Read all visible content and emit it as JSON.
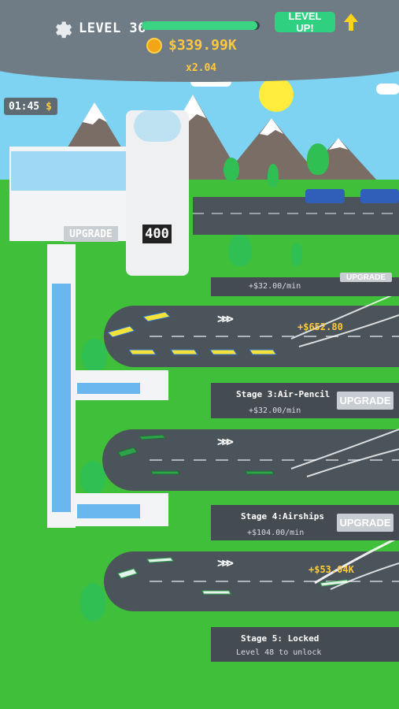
{
  "header": {
    "level_label": "LEVEL 36",
    "xp_progress": 0.98,
    "level_up_label": "LEVEL UP!",
    "cash": "$339.99K",
    "multiplier": "x2.04"
  },
  "timer": {
    "time": "01:45",
    "currency_symbol": "$"
  },
  "terminal": {
    "upgrade_label": "UPGRADE",
    "capacity": "400"
  },
  "stages": [
    {
      "title": "",
      "rate": "+$32.00/min",
      "upgrade_label": "UPGRADE",
      "float_cash": "+$652.80"
    },
    {
      "title": "Stage 3:Air-Pencil",
      "rate": "+$32.00/min",
      "upgrade_label": "UPGRADE",
      "float_cash": ""
    },
    {
      "title": "Stage 4:Airships",
      "rate": "+$104.00/min",
      "upgrade_label": "UPGRADE",
      "float_cash": "+$53.04K"
    },
    {
      "title": "Stage 5: Locked",
      "rate": "Level 48 to unlock",
      "upgrade_label": "",
      "float_cash": ""
    }
  ],
  "runway_arrows": ">>>",
  "colors": {
    "header_bg": "#6f7c86",
    "accent_green": "#2fd07f",
    "cash_yellow": "#ffc93b",
    "grass": "#3fbf3a",
    "runway": "#4b545a",
    "card": "#454c51",
    "plane_yellow": "#f5e23a",
    "plane_green": "#2da24a"
  },
  "icons": [
    "gear-icon",
    "arrow-up-icon",
    "coin-icon",
    "dollar-icon"
  ]
}
